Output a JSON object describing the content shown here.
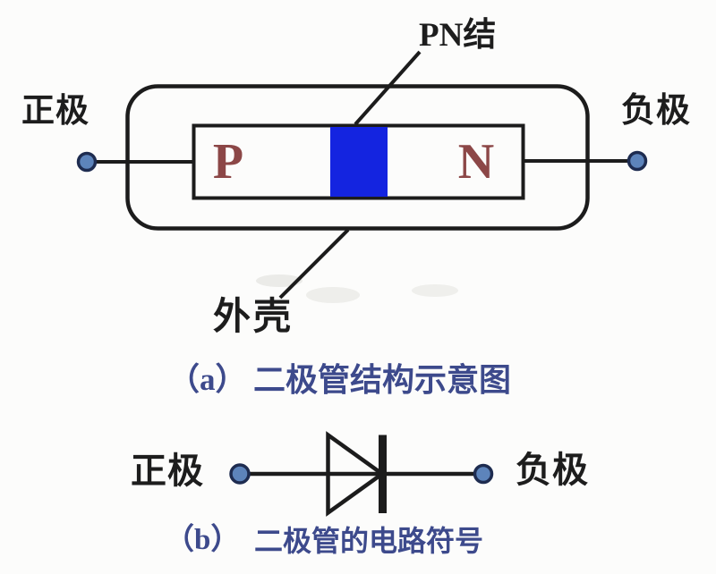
{
  "figure_a": {
    "caption_index": "（a）",
    "caption_title": "二极管结构示意图",
    "label_positive": "正极",
    "label_negative": "负极",
    "label_pn_junction": "PN结",
    "label_shell": "外壳",
    "region_p": "P",
    "region_n": "N"
  },
  "figure_b": {
    "caption_index": "（b）",
    "caption_title": "二极管的电路符号",
    "label_positive": "正极",
    "label_negative": "负极"
  },
  "colors": {
    "background": "#fcfcfb",
    "outline_black": "#1c1c1c",
    "junction_blue": "#1424e0",
    "terminal_dot_fill": "#5d84bb",
    "terminal_dot_stroke": "#1e2c50",
    "region_letter_maroon": "#8c4747",
    "caption_indigo": "#3d4a8c",
    "label_text": "#1d1d1d",
    "body_fill": "#ffffff"
  }
}
